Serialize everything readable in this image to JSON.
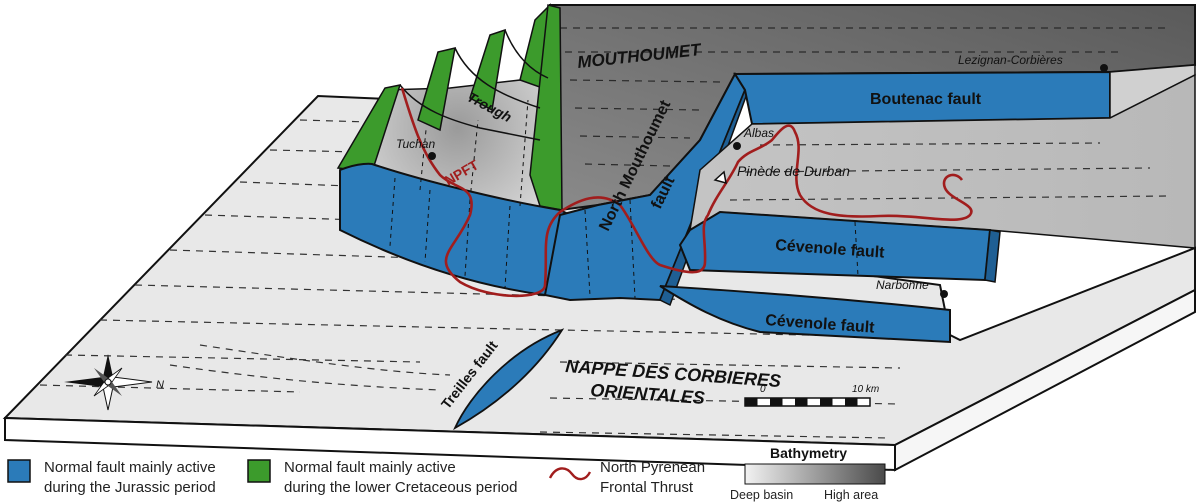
{
  "regions": {
    "mouthoumet": "MOUTHOUMET",
    "nappe_line1": "NAPPE DES CORBIERES",
    "nappe_line2": "ORIENTALES",
    "trough": "Trough"
  },
  "faults": {
    "boutenac": "Boutenac fault",
    "north_mouthoumet_line1": "North Mouthoumet",
    "north_mouthoumet_line2": "fault",
    "cevenole_upper": "Cévenole fault",
    "cevenole_lower": "Cévenole fault",
    "treilles": "Treilles fault"
  },
  "places": {
    "lezignan": "Lezignan-Corbières",
    "albas": "Albas",
    "durban": "Pinède de Durban",
    "tuchan": "Tuchan",
    "narbonne": "Narbonne",
    "npft": "NPFT"
  },
  "scale": {
    "start": "0",
    "end": "10 km"
  },
  "compass": {
    "label": "N"
  },
  "legend": {
    "jurassic_line1": "Normal fault mainly active",
    "jurassic_line2": "during the Jurassic period",
    "cretaceous_line1": "Normal fault mainly active",
    "cretaceous_line2": "during the lower Cretaceous period",
    "npft_line1": "North Pyrenean",
    "npft_line2": "Frontal Thrust",
    "bathymetry_title": "Bathymetry",
    "bathymetry_low": "Deep basin",
    "bathymetry_high": "High area"
  },
  "colors": {
    "jurassic_fault": "#2b7bb9",
    "cretaceous_fault": "#3c9b2c",
    "thrust": "#a11d1d",
    "outline": "#111111"
  }
}
